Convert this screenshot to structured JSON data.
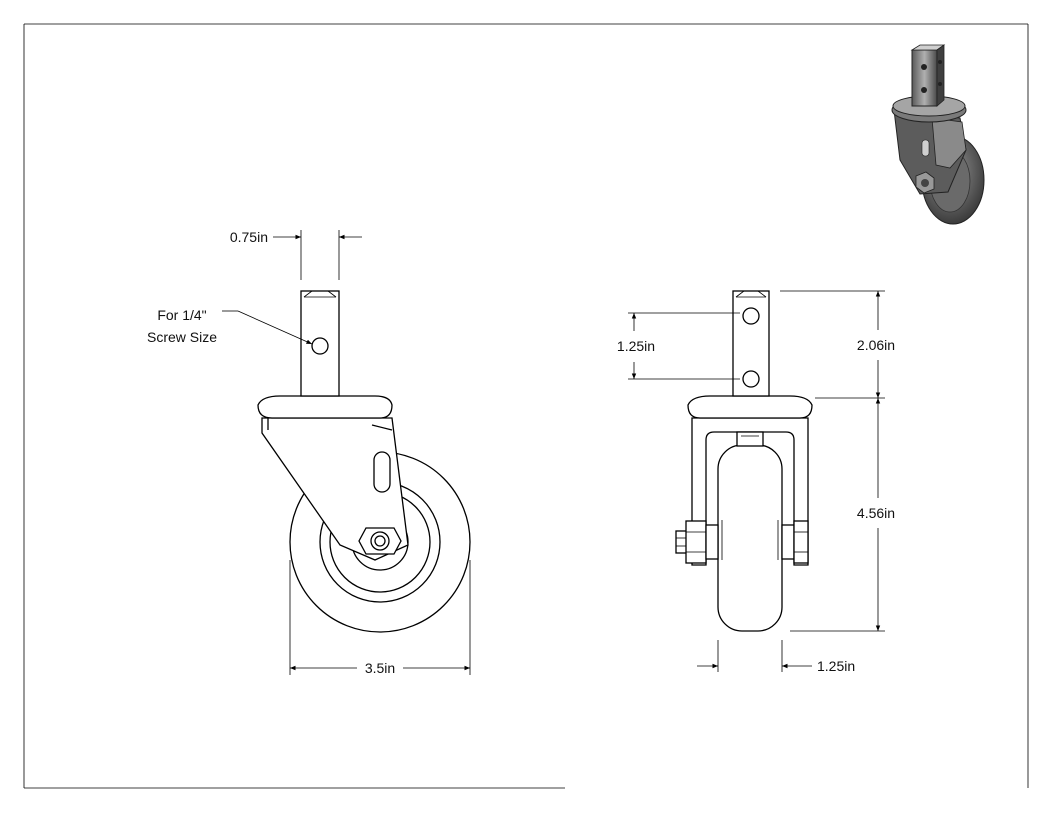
{
  "dimensions": {
    "stem_width": "0.75in",
    "hole_spacing": "1.25in",
    "stem_height": "2.06in",
    "overall_height": "4.56in",
    "wheel_diameter": "3.5in",
    "wheel_width": "1.25in"
  },
  "callout": {
    "line1": "For 1/4\"",
    "line2": "Screw Size"
  },
  "colors": {
    "line": "#000000",
    "iso_dark": "#4a4a4a",
    "iso_mid": "#7a7a7a",
    "iso_light": "#b5b5b5"
  }
}
